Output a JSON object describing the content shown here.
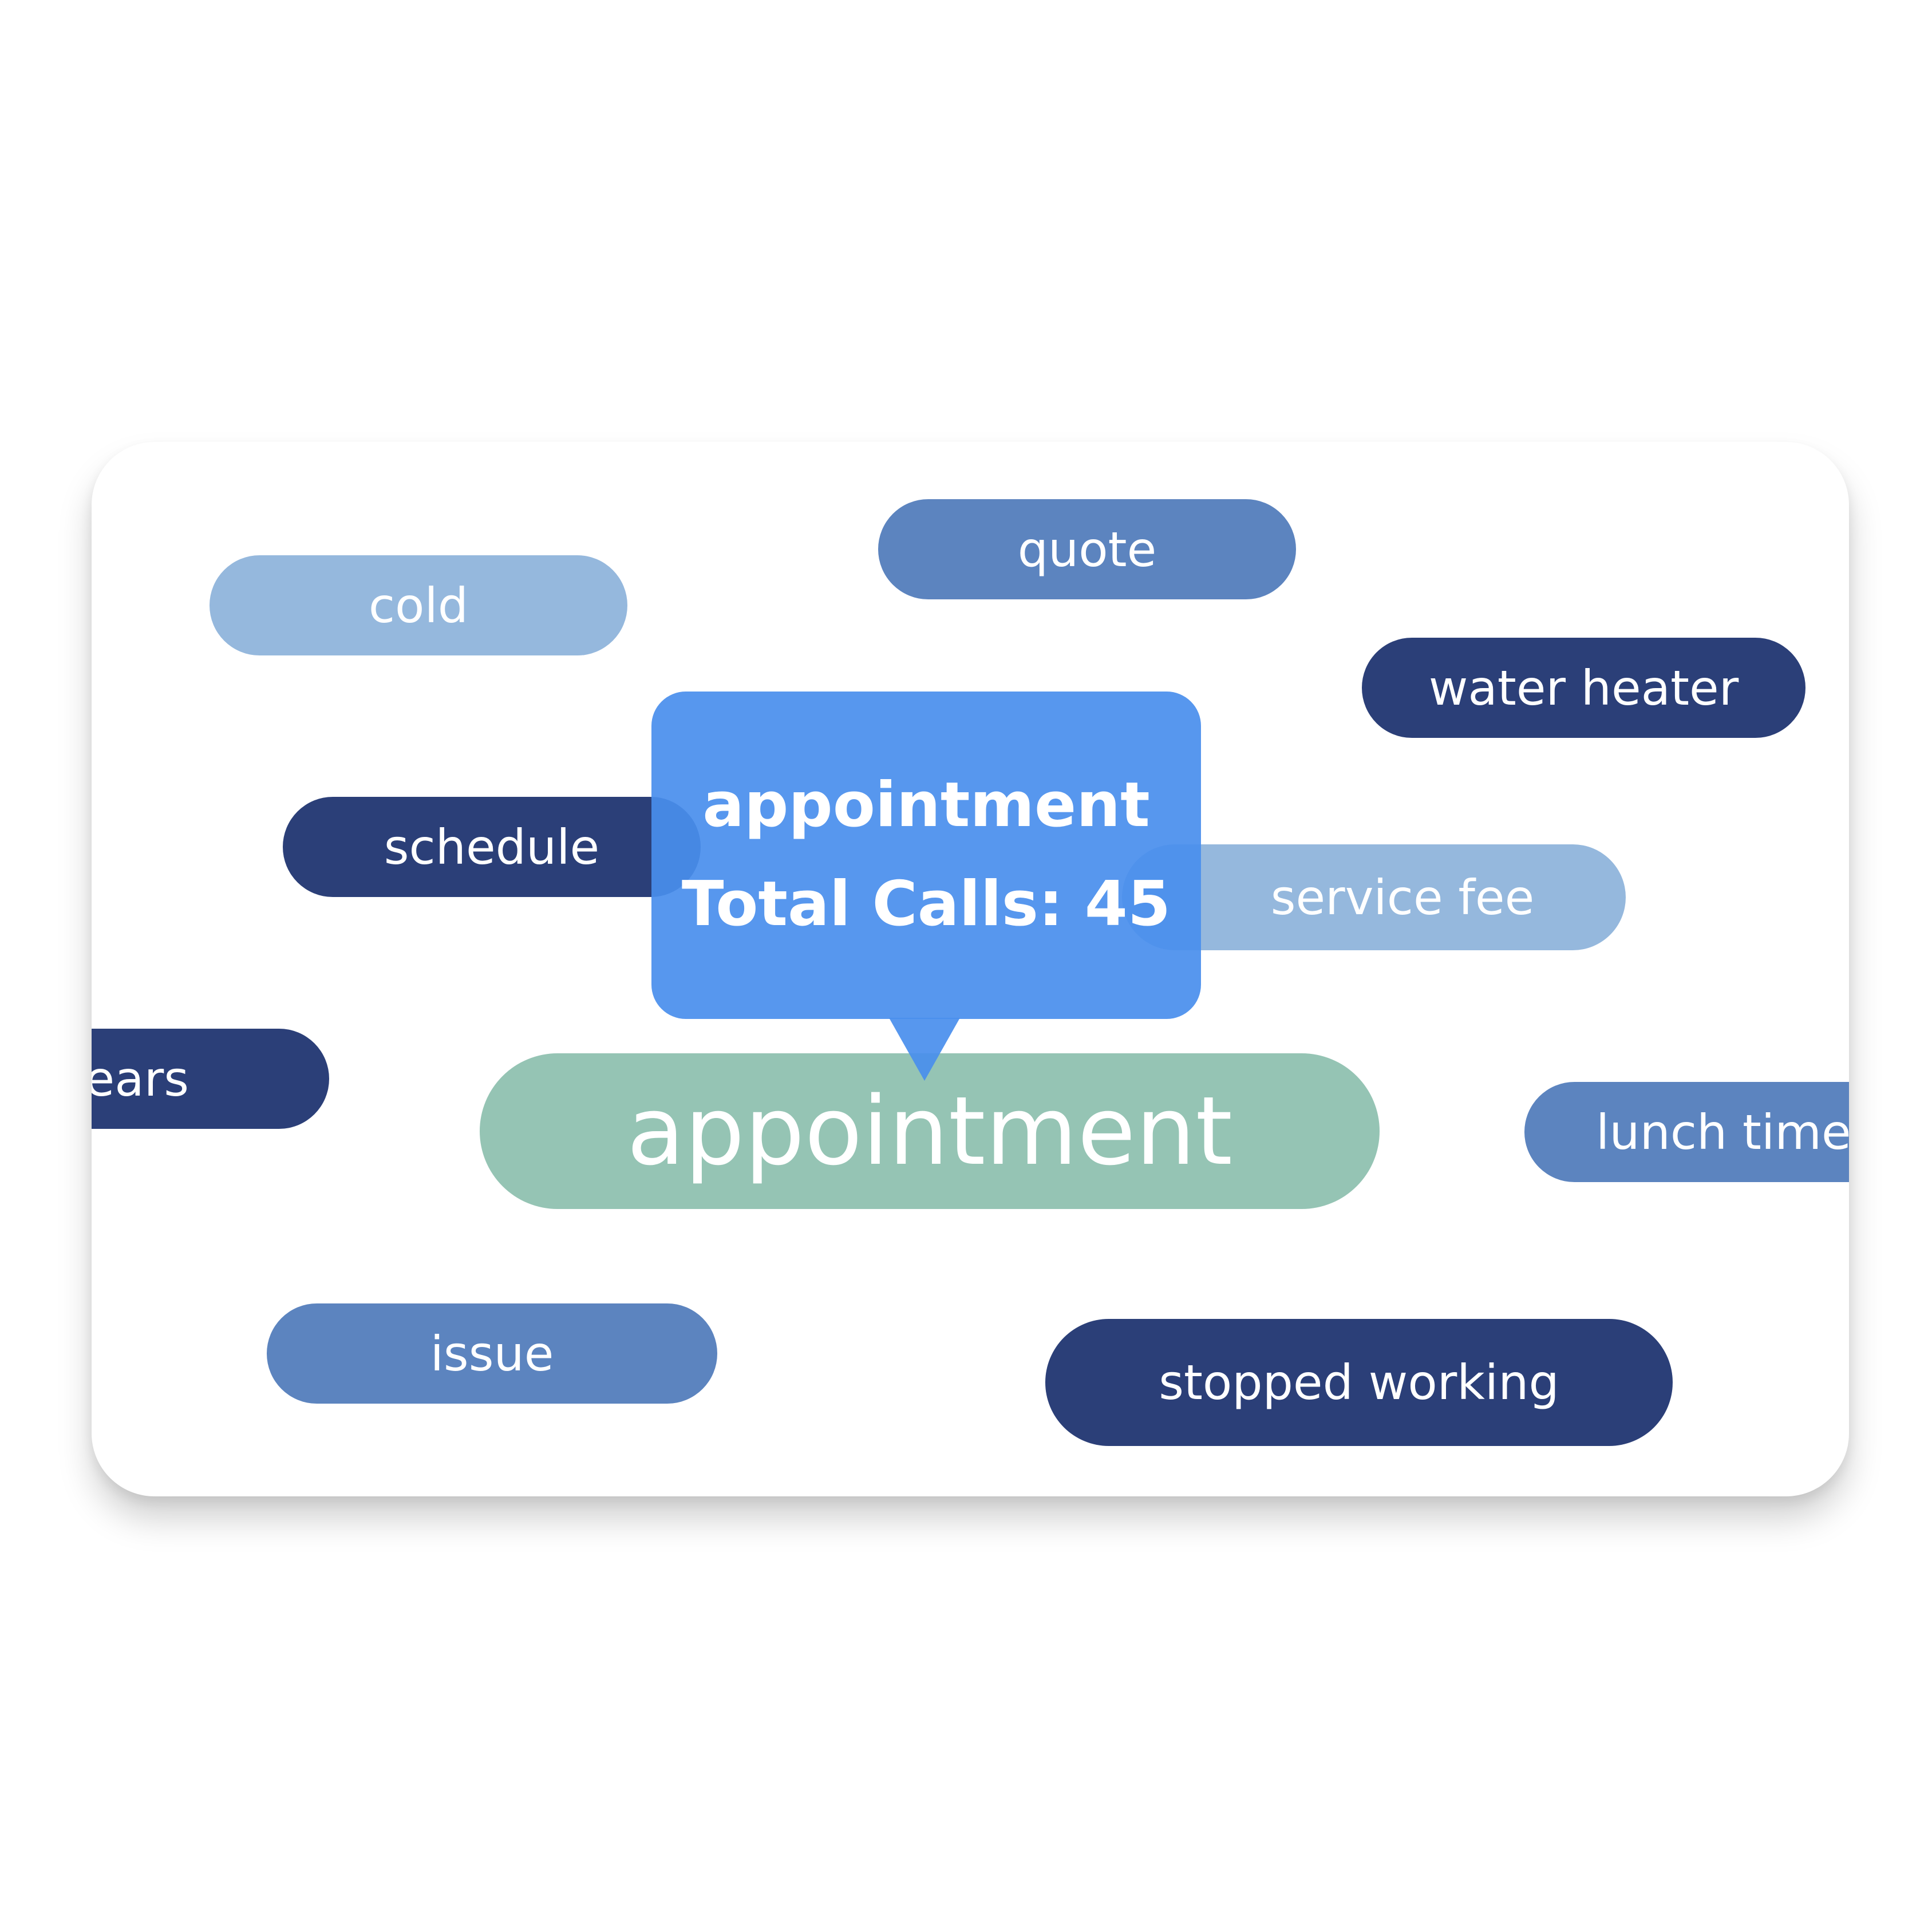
{
  "keywords": {
    "quote": "quote",
    "cold": "cold",
    "water_heater": "water heater",
    "schedule": "schedule",
    "service_fee": "service fee",
    "ears": "ears",
    "appointment": "appointment",
    "lunch_time": "lunch time",
    "issue": "issue",
    "stopped_working": "stopped working"
  },
  "tooltip": {
    "term": "appointment",
    "total_calls": "Total Calls: 45"
  },
  "colors": {
    "dark": "#2b3f78",
    "mid": "#5c84bf",
    "light": "#95b8dd",
    "highlight": "#95c4b4",
    "tooltip": "#498eed"
  }
}
